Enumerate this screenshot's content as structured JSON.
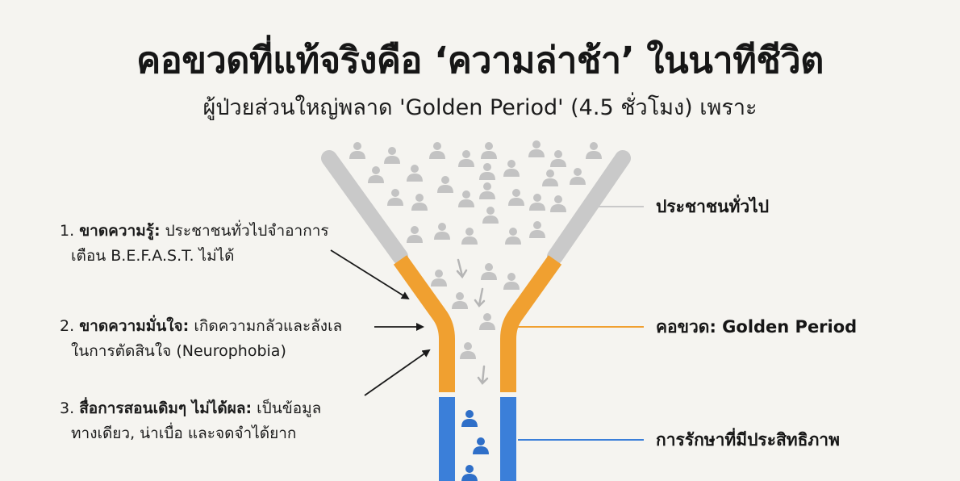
{
  "title": "คอขวดที่แท้จริงคือ ‘ความล่าช้า’  ในนาทีชีวิต",
  "subtitle": "ผู้ป่วยส่วนใหญ่พลาด 'Golden Period' (4.5 ชั่วโมง) เพราะ",
  "causes": [
    {
      "number": "1.",
      "heading": "ขาดความรู้:",
      "text": "ประชาชนทั่วไปจำอาการ",
      "continuation": "เตือน B.E.F.A.S.T. ไม่ได้"
    },
    {
      "number": "2.",
      "heading": "ขาดความมั่นใจ:",
      "text": "เกิดความกลัวและลังเล",
      "continuation": "ในการตัดสินใจ (Neurophobia)"
    },
    {
      "number": "3.",
      "heading": "สื่อการสอนเดิมๆ ไม่ได้ผล:",
      "text": "เป็นข้อมูล",
      "continuation": "ทางเดียว, น่าเบื่อ และจดจำได้ยาก"
    }
  ],
  "stages": [
    {
      "label": "ประชาชนทั่วไป",
      "color": "#c9c9c9"
    },
    {
      "label": "คอขวด: Golden Period",
      "color": "#f0a030"
    },
    {
      "label": "การรักษาที่มีประสิทธิภาพ",
      "color": "#3b7fd9"
    }
  ],
  "icons": {
    "crowd_person": "person-icon",
    "down_arrow": "arrow-down-icon"
  },
  "colors": {
    "funnel_gray": "#c9c9c9",
    "bottleneck_orange": "#f0a030",
    "treatment_blue": "#3b7fd9",
    "crowd_gray": "#c3c3c3",
    "treated_blue": "#2f6fc8",
    "background": "#f5f4f0"
  }
}
